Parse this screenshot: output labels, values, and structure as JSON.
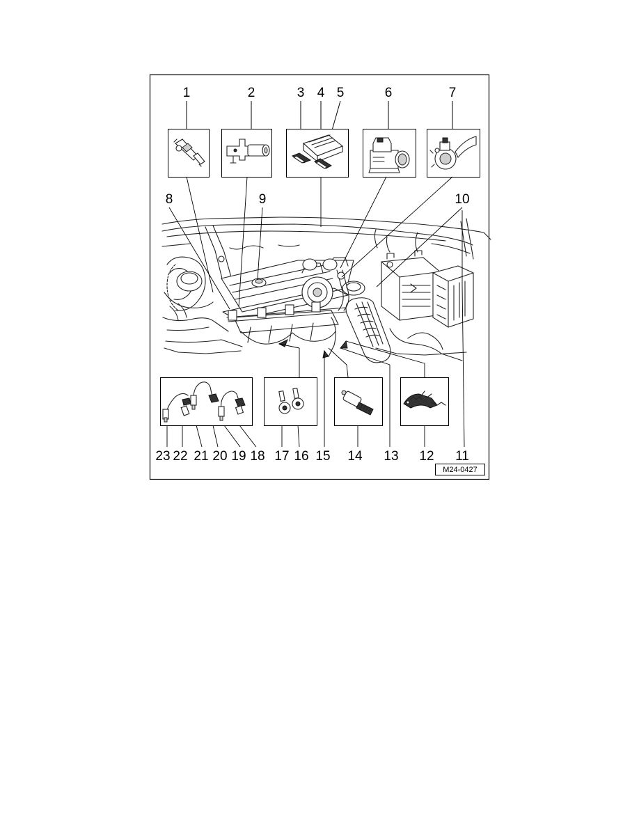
{
  "figure_reference": "M24-0427",
  "callouts": {
    "top": [
      "1",
      "2",
      "3",
      "4",
      "5",
      "6",
      "7"
    ],
    "middle": [
      "8",
      "9",
      "10"
    ],
    "bottom": [
      "23",
      "22",
      "21",
      "20",
      "19",
      "18",
      "17",
      "16",
      "15",
      "14",
      "13",
      "12",
      "11"
    ]
  },
  "components": [
    {
      "number": "1",
      "icon": "fuel-injector-icon"
    },
    {
      "number": "2",
      "icon": "camshaft-position-sensor-icon"
    },
    {
      "number": "3",
      "icon": "connector-icon"
    },
    {
      "number": "4",
      "icon": "engine-control-module-icon"
    },
    {
      "number": "5",
      "icon": "connector-icon"
    },
    {
      "number": "6",
      "icon": "throttle-valve-control-module-icon"
    },
    {
      "number": "7",
      "icon": "valve-icon"
    },
    {
      "number": "12",
      "icon": "wiring-harness-icon"
    },
    {
      "number": "14",
      "icon": "solenoid-valve-icon"
    },
    {
      "number": "16",
      "icon": "knock-sensor-icon"
    },
    {
      "number": "17",
      "icon": "knock-sensor-icon"
    },
    {
      "number": "18",
      "icon": "oxygen-sensor-icon"
    },
    {
      "number": "19",
      "icon": "oxygen-sensor-icon"
    },
    {
      "number": "20",
      "icon": "oxygen-sensor-icon"
    },
    {
      "number": "21",
      "icon": "oxygen-sensor-icon"
    },
    {
      "number": "22",
      "icon": "oxygen-sensor-icon"
    },
    {
      "number": "23",
      "icon": "oxygen-sensor-icon"
    }
  ]
}
